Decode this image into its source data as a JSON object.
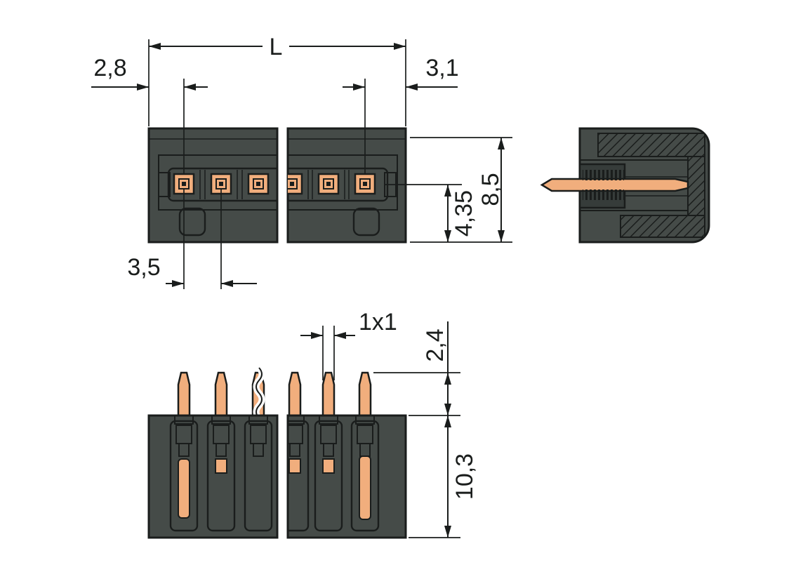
{
  "dimensions": {
    "overall_length": "L",
    "edge_to_first_pin": "2,8",
    "last_pin_to_edge": "3,1",
    "pin_pitch": "3,5",
    "housing_height": "8,5",
    "pin_axis_to_bottom": "4,35",
    "pin_cross_section": "1x1",
    "pin_tip_to_housing": "2,4",
    "housing_depth": "10,3"
  },
  "colors": {
    "line": "#1a1d1c",
    "body": "#454b48",
    "body-dark": "#363c3a",
    "pin": "#f1ae7d",
    "bg": "#ffffff"
  }
}
